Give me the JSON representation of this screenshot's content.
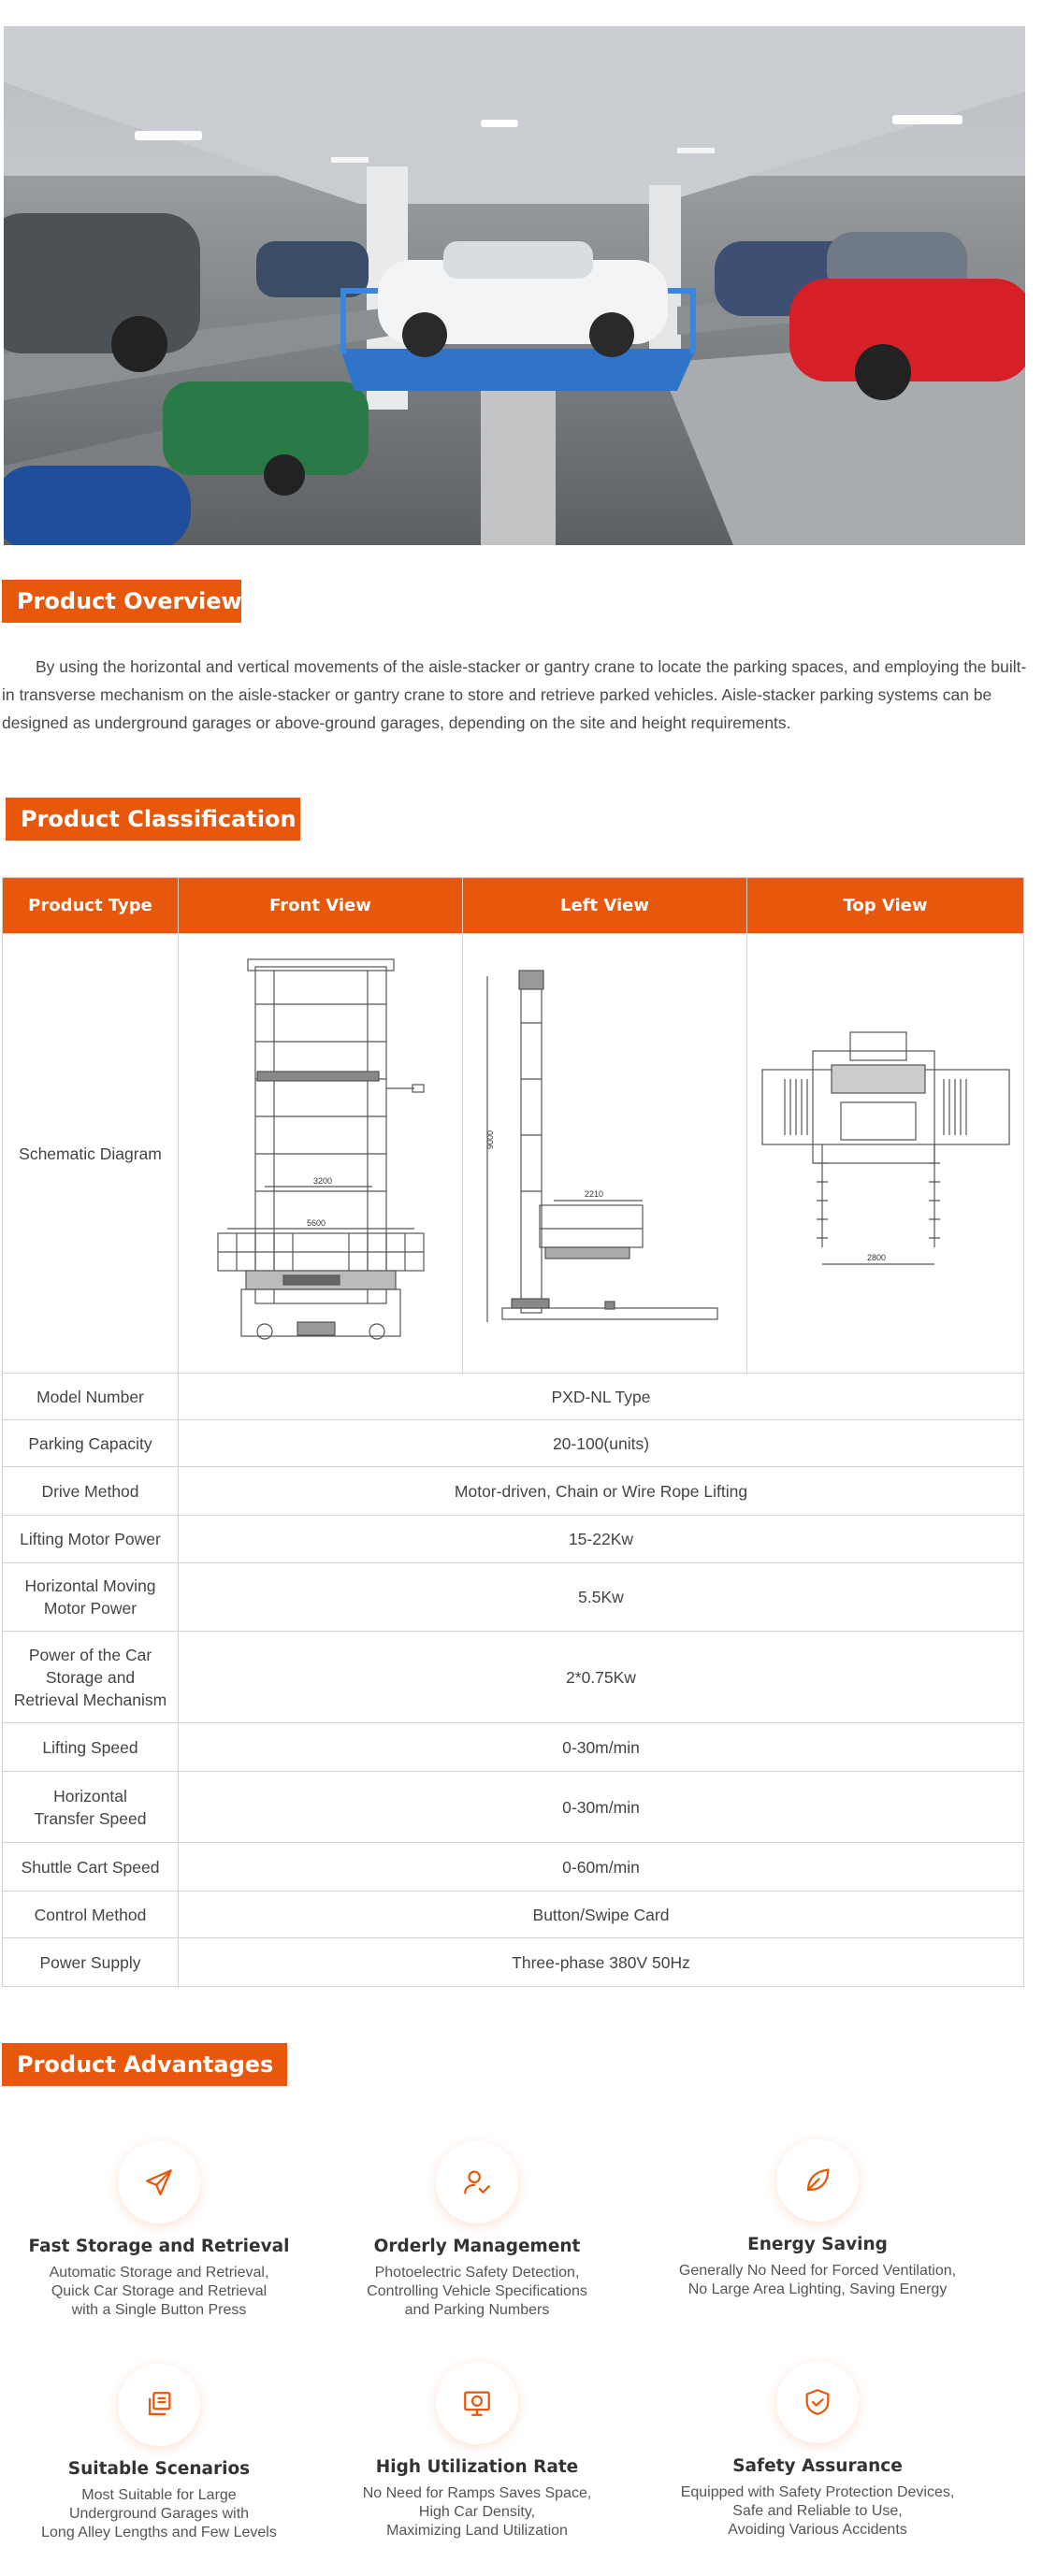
{
  "overview": {
    "title": "Product Overview",
    "text": "By using the horizontal and vertical movements of the aisle-stacker or gantry crane to locate the parking spaces, and employing the built-in transverse mechanism on the aisle-stacker or gantry crane to store and retrieve parked vehicles. Aisle-stacker parking systems can be designed as underground garages or above-ground garages, depending on the site and height requirements."
  },
  "classification": {
    "title": "Product Classification",
    "headers": [
      "Product Type",
      "Front View",
      "Left View",
      "Top View"
    ],
    "schematic_label": "Schematic Diagram",
    "front_dims": [
      "3200",
      "5600"
    ],
    "left_dims": [
      "9000",
      "2210"
    ],
    "top_dims": [
      "2800"
    ],
    "rows": [
      {
        "label": "Model Number",
        "value": "PXD-NL Type"
      },
      {
        "label": "Parking Capacity",
        "value": "20-100(units)"
      },
      {
        "label": "Drive Method",
        "value": "Motor-driven, Chain or Wire Rope Lifting"
      },
      {
        "label": "Lifting Motor Power",
        "value": "15-22Kw"
      },
      {
        "label": "Horizontal Moving\nMotor Power",
        "value": "5.5Kw"
      },
      {
        "label": "Power of the Car\nStorage and\nRetrieval Mechanism",
        "value": "2*0.75Kw"
      },
      {
        "label": "Lifting Speed",
        "value": "0-30m/min"
      },
      {
        "label": "Horizontal\nTransfer Speed",
        "value": "0-30m/min"
      },
      {
        "label": "Shuttle Cart Speed",
        "value": "0-60m/min"
      },
      {
        "label": "Control Method",
        "value": "Button/Swipe Card"
      },
      {
        "label": "Power Supply",
        "value": "Three-phase 380V 50Hz"
      }
    ]
  },
  "advantages": {
    "title": "Product Advantages",
    "items": [
      {
        "icon": "paper-plane-icon",
        "title": "Fast Storage and Retrieval",
        "desc": "Automatic Storage and Retrieval,\nQuick Car Storage and Retrieval\nwith a Single Button Press"
      },
      {
        "icon": "user-check-icon",
        "title": "Orderly Management",
        "desc": "Photoelectric Safety Detection,\nControlling Vehicle Specifications\nand Parking Numbers"
      },
      {
        "icon": "leaf-icon",
        "title": "Energy Saving",
        "desc": "Generally No Need for Forced Ventilation,\nNo Large Area Lighting, Saving Energy"
      },
      {
        "icon": "layers-icon",
        "title": "Suitable Scenarios",
        "desc": "Most Suitable for Large\nUnderground Garages with\nLong Alley Lengths and Few Levels"
      },
      {
        "icon": "monitor-coin-icon",
        "title": "High Utilization Rate",
        "desc": "No Need for Ramps Saves Space,\nHigh Car Density,\nMaximizing Land Utilization"
      },
      {
        "icon": "shield-check-icon",
        "title": "Safety Assurance",
        "desc": "Equipped with Safety Protection Devices,\nSafe and Reliable to Use,\nAvoiding Various Accidents"
      }
    ]
  },
  "colors": {
    "accent": "#e8580c",
    "border": "#d2d2d2"
  }
}
